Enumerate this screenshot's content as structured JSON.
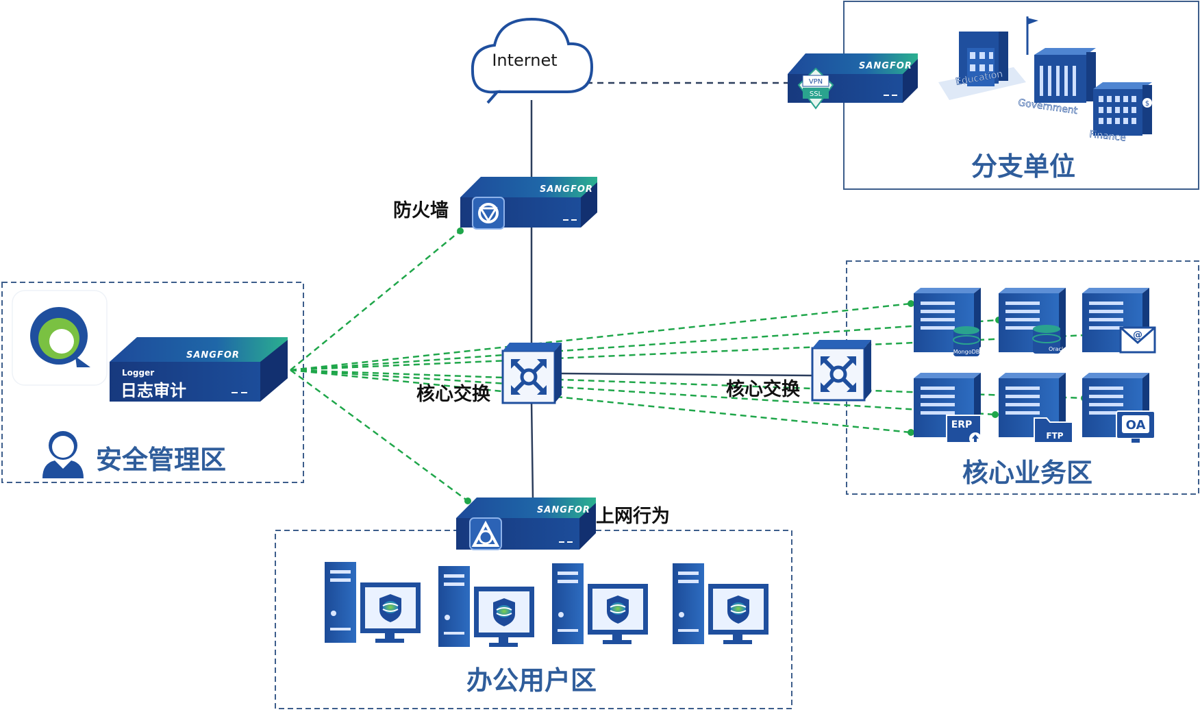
{
  "colors": {
    "device_blue": "#1f4f9e",
    "device_teal": "#2aa38e",
    "link_green": "#1fa64a",
    "zone_border": "#3b5c8a",
    "zone_title": "#2f5d9b"
  },
  "internet": {
    "label": "Internet"
  },
  "brand": "SANGFOR",
  "firewall": {
    "label": "防火墙"
  },
  "vpn": {
    "top": "VPN",
    "bottom": "SSL"
  },
  "branch": {
    "title": "分支单位",
    "buildings": [
      "Education",
      "Government",
      "Finance"
    ]
  },
  "logger": {
    "small": "Logger",
    "big": "日志审计"
  },
  "security_zone": {
    "title": "安全管理区"
  },
  "core_switch_1": {
    "label": "核心交换"
  },
  "core_switch_2": {
    "label": "核心交换"
  },
  "core_business": {
    "title": "核心业务区",
    "servers": [
      "MongoDB",
      "Oracle",
      "@",
      "ERP",
      "FTP",
      "OA"
    ]
  },
  "behavior": {
    "label": "上网行为"
  },
  "office": {
    "title": "办公用户区"
  },
  "icons": [
    "cloud-icon",
    "shield-icon",
    "vpn-icon",
    "switch-icon",
    "server-icon",
    "database-icon",
    "email-icon",
    "folder-icon",
    "pc-icon",
    "user-icon",
    "app-logo-icon"
  ]
}
